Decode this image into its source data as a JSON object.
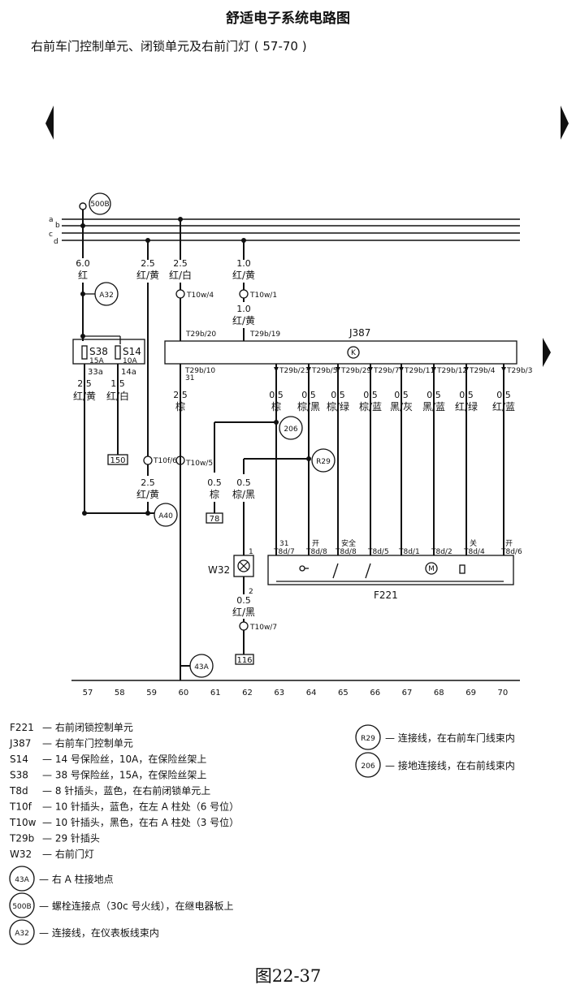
{
  "title": "舒适电子系统电路图",
  "subtitle": "右前车门控制单元、闭锁单元及右前门灯 ( 57-70 )",
  "caption": "图22-37",
  "bus_labels": [
    "a",
    "b",
    "c",
    "d"
  ],
  "connectors": {
    "c500b": "500B",
    "a32": "A32",
    "a40": "A40",
    "c206": "206",
    "r29": "R29",
    "c43a": "43A"
  },
  "fuses": {
    "s38": {
      "name": "S38",
      "rating": "15A",
      "pin": "33a"
    },
    "s14": {
      "name": "S14",
      "rating": "10A",
      "pin": "14a"
    }
  },
  "wires": {
    "w59_top": {
      "size": "6.0",
      "color": "红"
    },
    "w59b_top": {
      "size": "2.5",
      "color": "红/黄"
    },
    "w60_top": {
      "size": "2.5",
      "color": "红/白"
    },
    "w62_top": {
      "size": "1.0",
      "color": "红/黄"
    },
    "w62_mid": {
      "size": "1.0",
      "color": "红/黄"
    },
    "w57": {
      "size": "2.5",
      "color": "红/黄"
    },
    "w58": {
      "size": "1.5",
      "color": "红/白"
    },
    "w60_mid": {
      "size": "2.5",
      "color": "棕"
    },
    "w59_low": {
      "size": "2.5",
      "color": "红/黄"
    },
    "w61": {
      "size": "0.5",
      "color": "棕"
    },
    "w62_low": {
      "size": "0.5",
      "color": "棕/黑"
    },
    "w62_lamp": {
      "size": "0.5",
      "color": "红/黑"
    }
  },
  "plugs": {
    "t10w4": "T10w/4",
    "t10w1": "T10w/1",
    "t10f": "T10f/6",
    "t10w5": "T10w/5",
    "t10w7": "T10w/7"
  },
  "boxes": {
    "b150": "150",
    "b78": "78",
    "b116": "116"
  },
  "j387": {
    "name": "J387",
    "top_pins": [
      "T29b/20",
      "T29b/19"
    ],
    "pin_left": "T29b/10",
    "pin_left_num": "31",
    "bottom_pins": [
      {
        "pin": "T29b/23",
        "size": "0.5",
        "color": "棕"
      },
      {
        "pin": "T29b/5",
        "size": "0.5",
        "color": "棕/黑"
      },
      {
        "pin": "T29b/29",
        "size": "0.5",
        "color": "棕/绿"
      },
      {
        "pin": "T29b/7",
        "size": "0.5",
        "color": "棕/蓝"
      },
      {
        "pin": "T29b/11",
        "size": "0.5",
        "color": "黑/灰"
      },
      {
        "pin": "T29b/12",
        "size": "0.5",
        "color": "黑/蓝"
      },
      {
        "pin": "T29b/4",
        "size": "0.5",
        "color": "红/绿"
      },
      {
        "pin": "T29b/3",
        "size": "0.5",
        "color": "红/蓝"
      }
    ]
  },
  "f221": {
    "name": "F221",
    "pins": [
      "T8d/7",
      "T8d/8",
      "T8d/8",
      "T8d/5",
      "T8d/1",
      "T8d/2",
      "T8d/4",
      "T8d/6"
    ],
    "annotations": {
      "p1": "31",
      "p2": "开",
      "p3": "安全",
      "p7": "关",
      "p8": "开"
    }
  },
  "w32": {
    "name": "W32",
    "pin1": "1",
    "pin2": "2"
  },
  "ground_numbers": [
    "57",
    "58",
    "59",
    "60",
    "61",
    "62",
    "63",
    "64",
    "65",
    "66",
    "67",
    "68",
    "69",
    "70"
  ],
  "legend_left": [
    {
      "code": "F221",
      "text": "— 右前闭锁控制单元"
    },
    {
      "code": "J387",
      "text": "— 右前车门控制单元"
    },
    {
      "code": "S14",
      "text": "— 14 号保险丝，10A，在保险丝架上"
    },
    {
      "code": "S38",
      "text": "— 38 号保险丝，15A，在保险丝架上"
    },
    {
      "code": "T8d",
      "text": "— 8 针插头，蓝色，在右前闭锁单元上"
    },
    {
      "code": "T10f",
      "text": "— 10 针插头，蓝色，在左 A 柱处（6 号位）"
    },
    {
      "code": "T10w",
      "text": "— 10 针插头，黑色，在右 A 柱处（3 号位）"
    },
    {
      "code": "T29b",
      "text": "— 29 针插头"
    },
    {
      "code": "W32",
      "text": "— 右前门灯"
    }
  ],
  "legend_circles": [
    {
      "code": "43A",
      "text": "— 右 A 柱接地点"
    },
    {
      "code": "500B",
      "text": "— 螺栓连接点（30c 号火线），在继电器板上"
    },
    {
      "code": "A32",
      "text": "— 连接线，在仪表板线束内"
    }
  ],
  "legend_right": [
    {
      "code": "R29",
      "text": "— 连接线，在右前车门线束内"
    },
    {
      "code": "206",
      "text": "— 接地连接线，在右前线束内"
    }
  ]
}
